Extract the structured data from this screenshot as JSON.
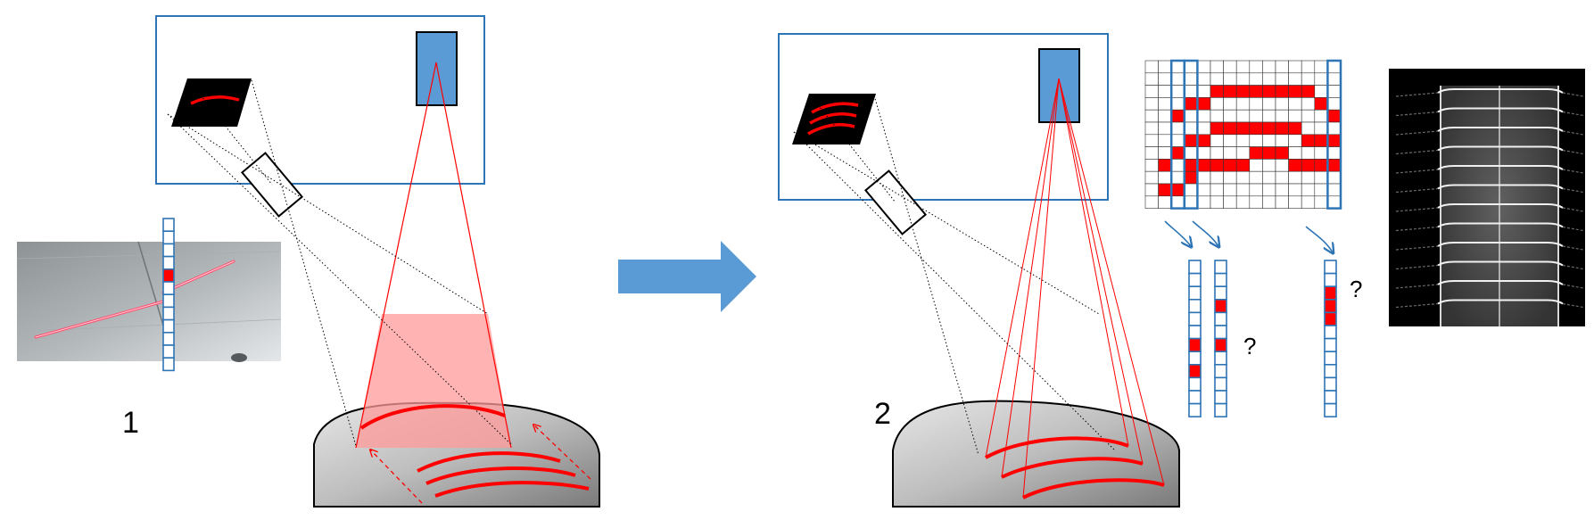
{
  "panels": [
    {
      "id": "panel-1",
      "label": "1"
    },
    {
      "id": "panel-2",
      "label": "2"
    }
  ],
  "grid": {
    "rows": 12,
    "cols": 15,
    "filled_cells": [
      [
        2,
        5
      ],
      [
        2,
        6
      ],
      [
        2,
        7
      ],
      [
        2,
        8
      ],
      [
        2,
        9
      ],
      [
        2,
        10
      ],
      [
        2,
        11
      ],
      [
        2,
        12
      ],
      [
        3,
        3
      ],
      [
        3,
        4
      ],
      [
        3,
        13
      ],
      [
        4,
        2
      ],
      [
        4,
        14
      ],
      [
        4,
        15
      ],
      [
        5,
        5
      ],
      [
        5,
        6
      ],
      [
        5,
        7
      ],
      [
        5,
        8
      ],
      [
        5,
        9
      ],
      [
        5,
        10
      ],
      [
        5,
        11
      ],
      [
        6,
        3
      ],
      [
        6,
        4
      ],
      [
        6,
        12
      ],
      [
        6,
        13
      ],
      [
        6,
        14
      ],
      [
        6,
        15
      ],
      [
        7,
        2
      ],
      [
        7,
        8
      ],
      [
        7,
        9
      ],
      [
        7,
        10
      ],
      [
        8,
        1
      ],
      [
        8,
        3
      ],
      [
        8,
        4
      ],
      [
        8,
        5
      ],
      [
        8,
        6
      ],
      [
        8,
        7
      ],
      [
        8,
        11
      ],
      [
        8,
        12
      ],
      [
        8,
        13
      ],
      [
        8,
        14
      ],
      [
        8,
        15
      ],
      [
        9,
        3
      ],
      [
        10,
        1
      ],
      [
        10,
        2
      ]
    ],
    "highlighted_columns": [
      2,
      3,
      14
    ]
  },
  "extracted_columns": [
    {
      "id": "column-a",
      "cells": 12,
      "filled": [
        6,
        8
      ],
      "question": ""
    },
    {
      "id": "column-b",
      "cells": 12,
      "filled": [
        3,
        6
      ],
      "question": "?"
    },
    {
      "id": "column-c",
      "cells": 12,
      "filled": [
        2,
        3,
        4
      ],
      "question": "?"
    }
  ],
  "sensor_column_panel1": {
    "cells": 12,
    "filled": [
      4
    ]
  },
  "colors": {
    "laser_red": "#ff0000",
    "frame_blue": "#2e75b6",
    "camera_blue": "#5b9bd5",
    "arrow_blue": "#5b9bd5",
    "stripe_pink": "#ff9999"
  }
}
